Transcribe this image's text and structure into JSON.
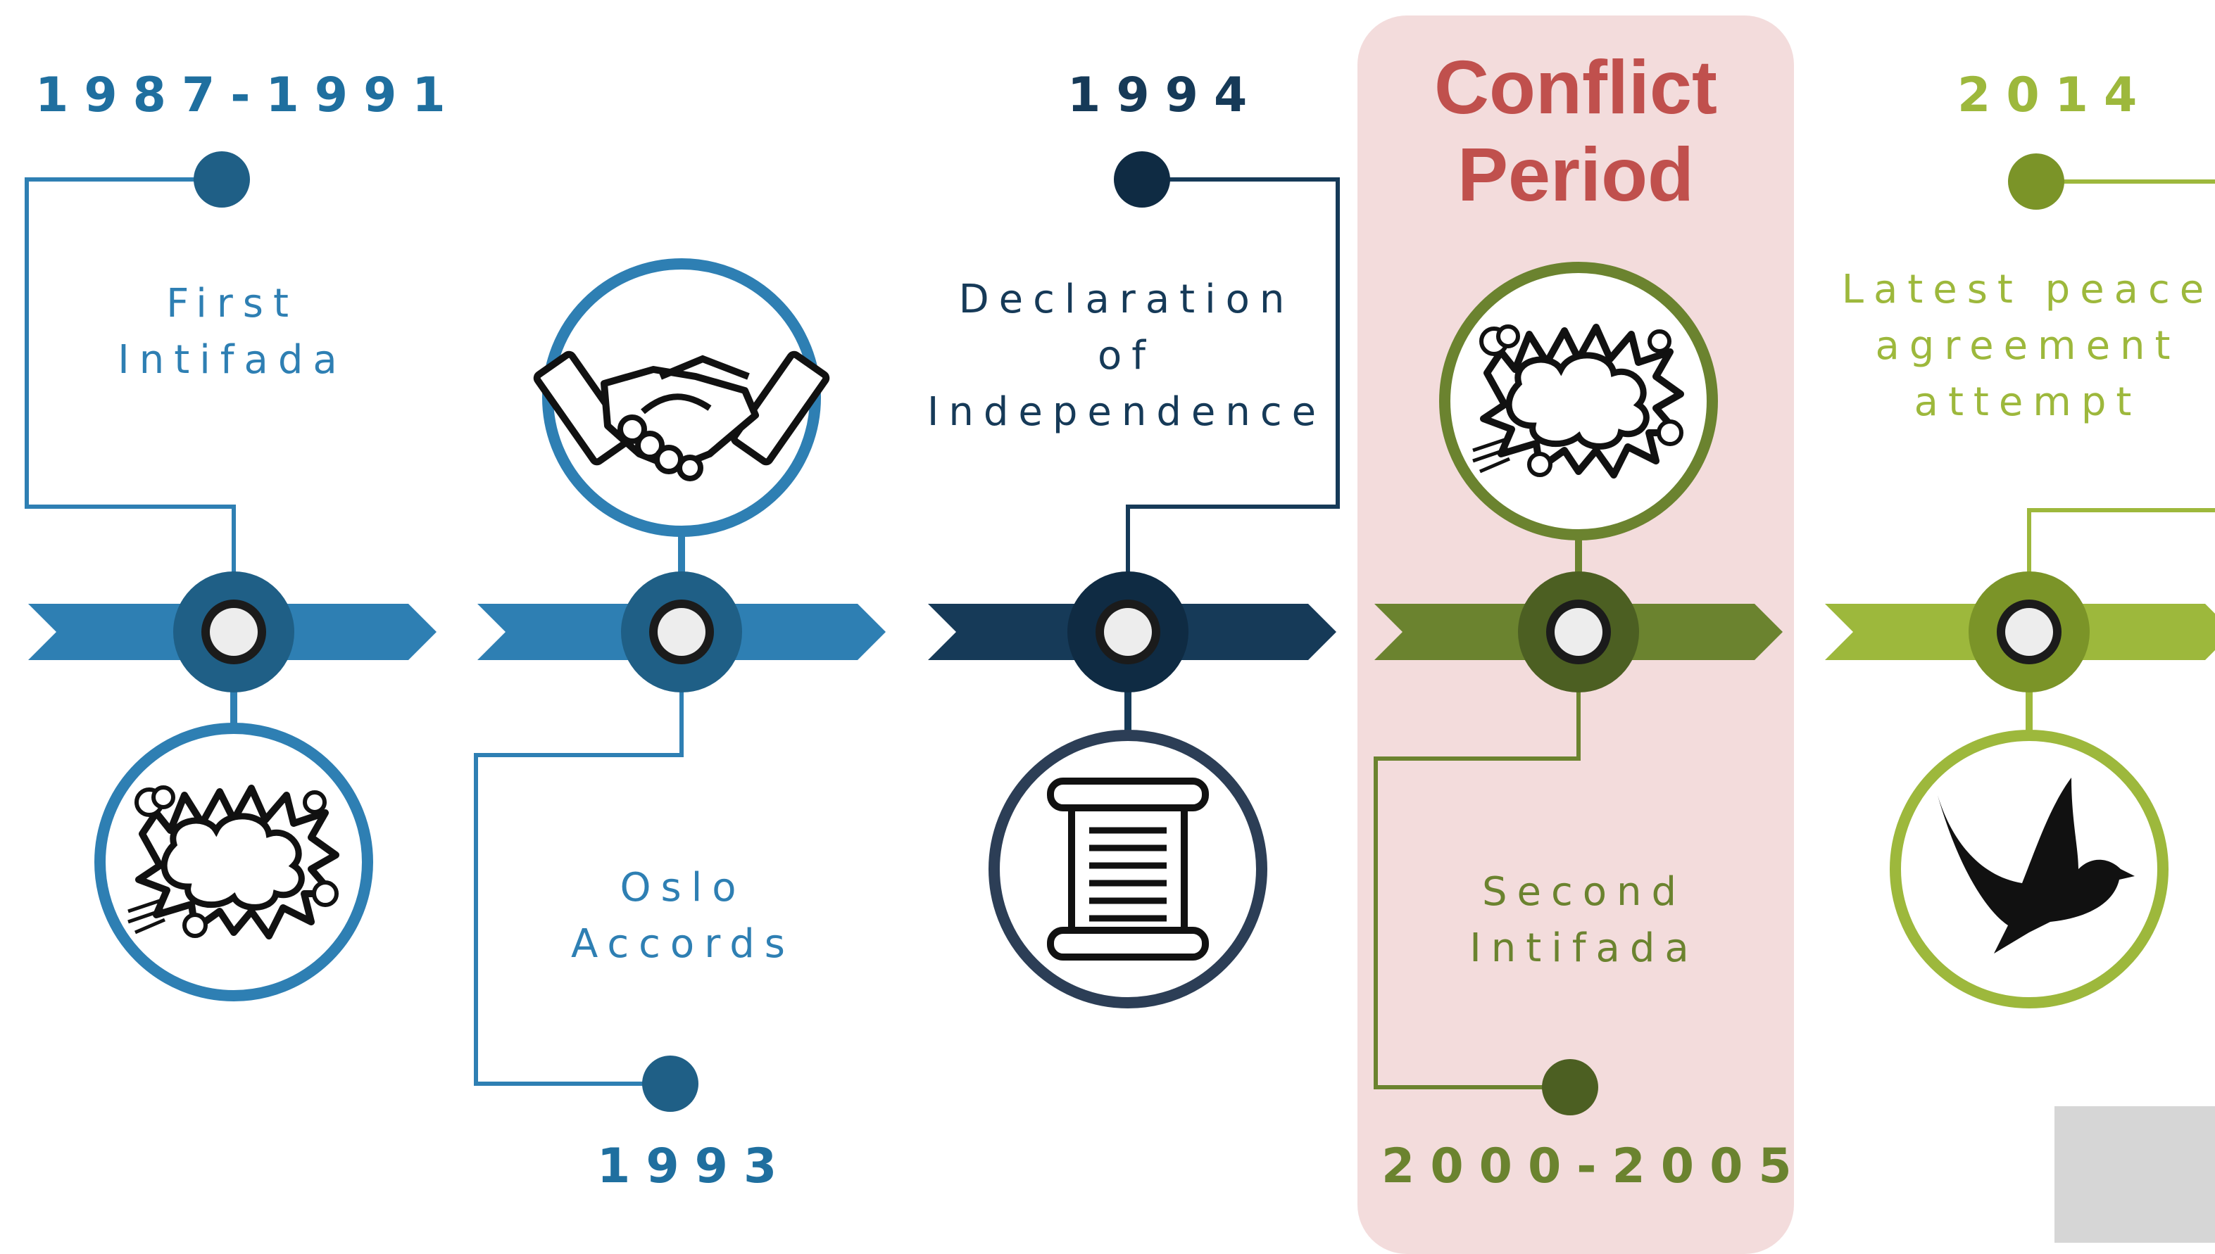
{
  "colors": {
    "blue": "#2e7fb3",
    "blue_dark_ring": "#1f5f86",
    "navy": "#163a58",
    "navy_ring": "#0f2b43",
    "olive": "#6b832f",
    "olive_ring": "#4c5f22",
    "lime": "#9db83c",
    "lime_ring": "#7b9428",
    "highlight_bg": "#f3dcdc",
    "highlight_text": "#c0504d",
    "gray_box": "#d6d6d6"
  },
  "highlight": {
    "title": "Conflict\nPeriod"
  },
  "events": [
    {
      "year": "1987-1991",
      "label": "First\nIntifada",
      "icon": "explosion-icon"
    },
    {
      "year": "1993",
      "label": "Oslo\nAccords",
      "icon": "handshake-icon"
    },
    {
      "year": "1994",
      "label": "Declaration\nof\nIndependence",
      "icon": "scroll-icon"
    },
    {
      "year": "2000-2005",
      "label": "Second\nIntifada",
      "icon": "explosion-icon"
    },
    {
      "year": "2014",
      "label": "Latest peace\nagreement\nattempt",
      "icon": "dove-icon"
    }
  ]
}
